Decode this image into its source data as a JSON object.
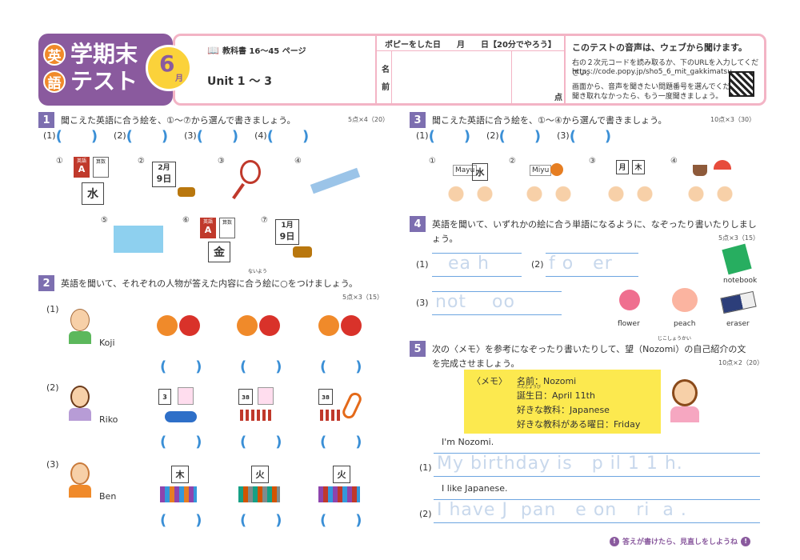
{
  "header": {
    "subject_chars": [
      "英",
      "語"
    ],
    "title_line1": "学期末",
    "title_line2": "テスト",
    "month_num": "6",
    "month_unit": "月",
    "textbook": "教科書 16～45 ページ",
    "unit": "Unit 1 ～ 3",
    "popy_date": "ポピーをした日　　月　　日【20分でやろう】",
    "name_label": [
      "名",
      "前"
    ],
    "score_label": "点",
    "audio_title": "このテストの音声は、ウェブから聞けます。",
    "audio_line1": "右の２次元コードを読み取るか、下のURLを入力してください。",
    "audio_url": "https://code.popy.jp/sho5_6_mit_gakkimatsu",
    "audio_line2": "画面から、音声を聞きたい問題番号を選んでください。",
    "audio_line3": "聞き取れなかったら、もう一度聞きましょう。"
  },
  "s1": {
    "num": "1",
    "instruction": "聞こえた英語に合う絵を、①～⑦から選んで書きましょう。",
    "score": "5点×4（20）",
    "answers": [
      "(1)",
      "(2)",
      "(3)",
      "(4)"
    ],
    "pics": [
      "①",
      "②",
      "③",
      "④",
      "⑤",
      "⑥",
      "⑦"
    ],
    "cal_sui": "水",
    "cal_kin": "金",
    "date_feb": "2月",
    "date_feb_day": "9日",
    "date_jan": "1月",
    "date_jan_day": "9日",
    "book_eigo": "英語",
    "book_a": "A",
    "book_sansu": "算数"
  },
  "s2": {
    "num": "2",
    "instruction": "英語を聞いて、それぞれの人物が答えた内容に合う絵に○をつけましょう。",
    "ruby": "ないよう",
    "score": "5点×3（15）",
    "rows": [
      {
        "label": "(1)",
        "name": "Koji"
      },
      {
        "label": "(2)",
        "name": "Riko"
      },
      {
        "label": "(3)",
        "name": "Ben"
      }
    ],
    "cal_3": "3",
    "cal_38": "38",
    "cal_moku": "木",
    "cal_ka": "火"
  },
  "s3": {
    "num": "3",
    "instruction": "聞こえた英語に合う絵を、①～④から選んで書きましょう。",
    "score": "10点×3（30）",
    "answers": [
      "(1)",
      "(2)",
      "(3)"
    ],
    "pics": [
      "①",
      "②",
      "③",
      "④"
    ],
    "names": [
      "Mayu",
      "Miyu"
    ],
    "cal_sui": "水",
    "cal_getsu": "月",
    "cal_moku": "木"
  },
  "s4": {
    "num": "4",
    "instruction": "英語を聞いて、いずれかの絵に合う単語になるように、なぞったり書いたりしましょう。",
    "score": "5点×3（15）",
    "items": [
      {
        "label": "(1)",
        "text": "  ea h"
      },
      {
        "label": "(2)",
        "text": "f o   er"
      },
      {
        "label": "(3)",
        "text": "not    oo "
      }
    ],
    "words": [
      "notebook",
      "flower",
      "peach",
      "eraser"
    ]
  },
  "s5": {
    "num": "5",
    "instruction_line1": "次の〈メモ〉を参考になぞったり書いたりして、望（Nozomi）の自己紹介の文",
    "instruction_line2": "を完成させましょう。",
    "score": "10点×2（20）",
    "ruby_jiko": "じこしょうかい",
    "memo_label": "〈メモ〉",
    "memo": [
      "名前：Nozomi",
      "誕生日：April 11th",
      "好きな教科：Japanese",
      "好きな教科がある曜日：Friday"
    ],
    "memo_ruby": "たんじょうび",
    "line1_given": "I'm Nozomi.",
    "line1_label": "(1)",
    "line1_trace": "My birthday is   p il 1 1 h.",
    "line2_given": "I like Japanese.",
    "line2_label": "(2)",
    "line2_trace": "I have J  pan   e on   ri  a ."
  },
  "footer": "答えが書けたら、見直しをしようね"
}
